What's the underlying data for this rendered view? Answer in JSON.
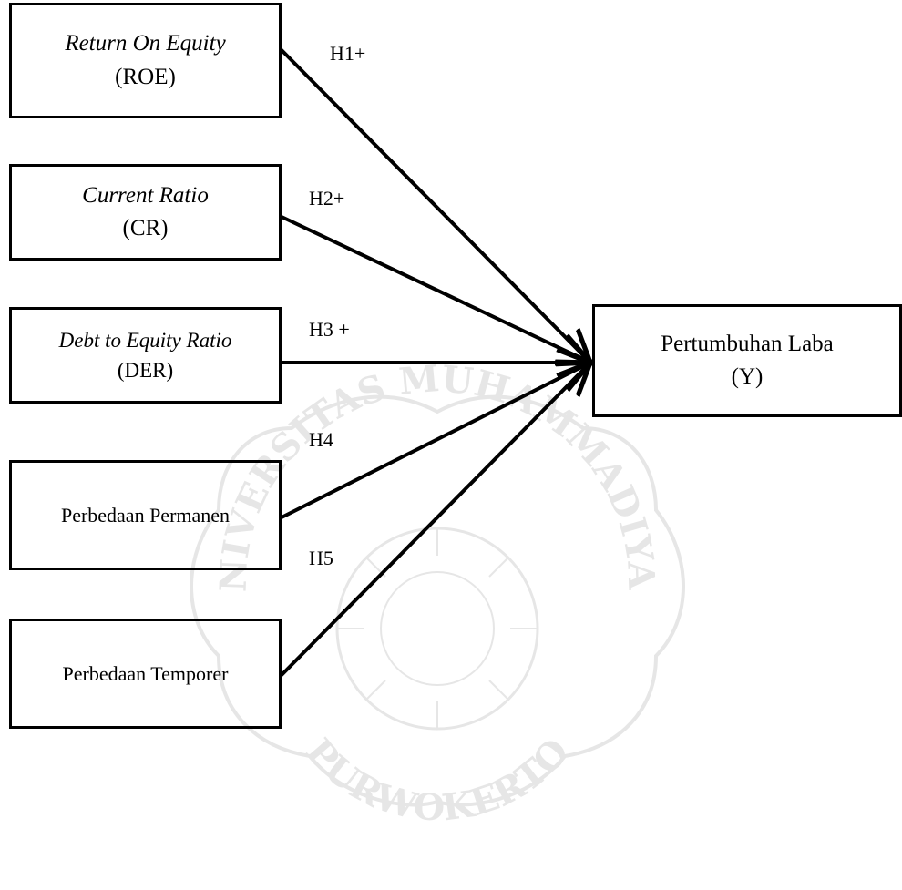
{
  "nodes": {
    "roe": {
      "line1": "Return On Equity",
      "line2": "(ROE)"
    },
    "cr": {
      "line1": "Current Ratio",
      "line2": "(CR)"
    },
    "der": {
      "line1": "Debt to Equity Ratio",
      "line2": "(DER)"
    },
    "perm": {
      "line1": "Perbedaan Permanen"
    },
    "temp": {
      "line1": "Perbedaan Temporer"
    },
    "y": {
      "line1": "Pertumbuhan Laba",
      "line2": "(Y)"
    }
  },
  "hypotheses": {
    "h1": "H1+",
    "h2": "H2+",
    "h3": "H3 +",
    "h4": "H4",
    "h5": "H5"
  },
  "watermark": {
    "top_text": "UNIVERSITAS MUHAMMADIYAH",
    "bottom_text": "PURWOKERTO"
  },
  "colors": {
    "stroke": "#000000",
    "watermark": "#e6e6e6"
  }
}
